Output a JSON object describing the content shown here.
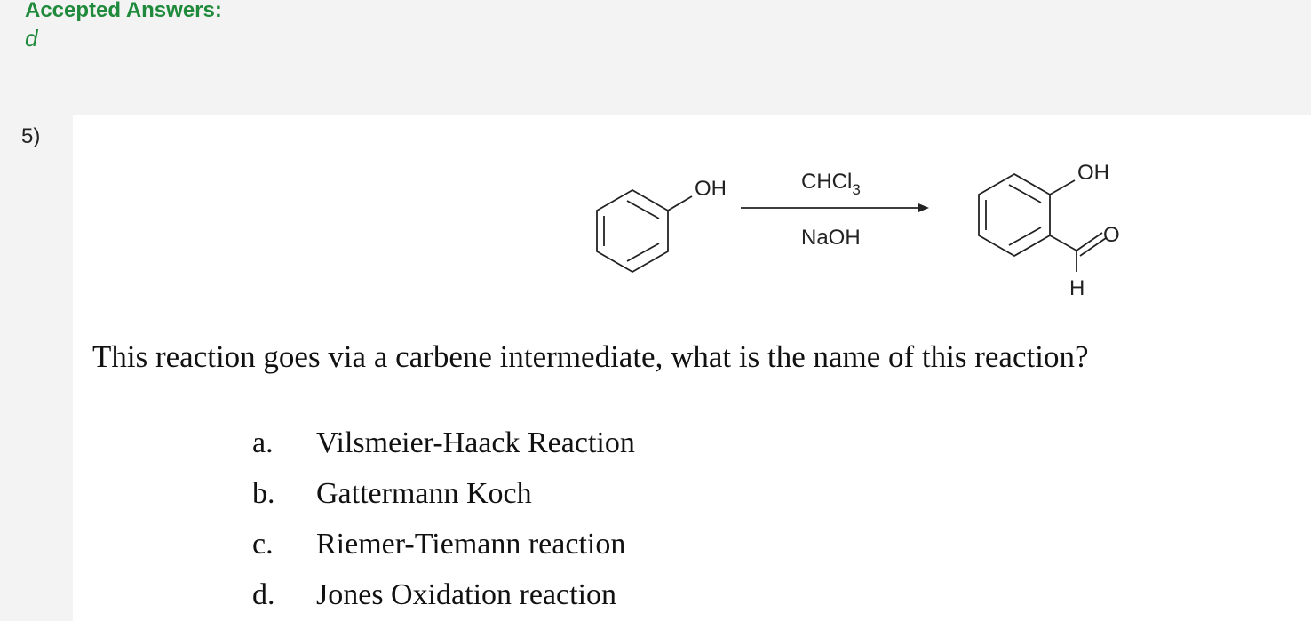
{
  "accepted": {
    "label": "Accepted Answers:",
    "value": "d"
  },
  "question": {
    "number": "5)",
    "text": "This reaction goes via a carbene intermediate, what is the name of this reaction?",
    "reaction": {
      "reactant_group": "OH",
      "reagent_top": "CHCl",
      "reagent_top_subscript": "3",
      "reagent_bottom": "NaOH",
      "product_group_top": "OH",
      "product_group_carbonyl": "O",
      "product_group_hydrogen": "H"
    },
    "options": [
      {
        "letter": "a.",
        "text": "Vilsmeier-Haack Reaction"
      },
      {
        "letter": "b.",
        "text": "Gattermann Koch"
      },
      {
        "letter": "c.",
        "text": "Riemer-Tiemann reaction"
      },
      {
        "letter": "d.",
        "text": "Jones Oxidation reaction"
      }
    ]
  }
}
